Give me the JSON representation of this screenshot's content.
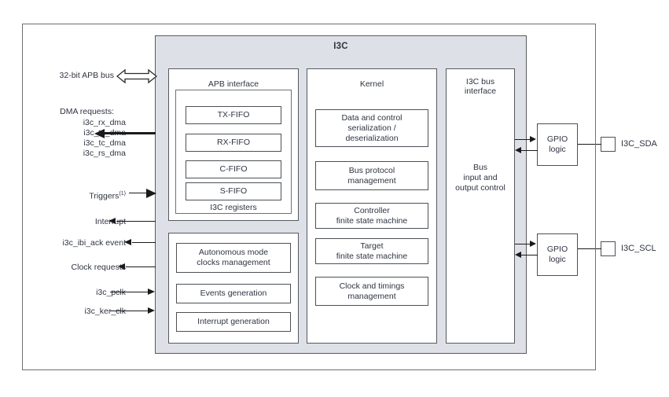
{
  "diagram": {
    "title": "I3C",
    "outer_frame": true
  },
  "left_signals": {
    "apb_bus": "32-bit APB bus",
    "dma_header": "DMA requests:",
    "dma_signals": [
      "i3c_rx_dma",
      "i3c_tx_dma",
      "i3c_tc_dma",
      "i3c_rs_dma"
    ],
    "triggers": "Triggers",
    "triggers_note": "(1)",
    "interrupt": "Interrupt",
    "ibi_ack_event": "i3c_ibi_ack event",
    "clock_requests": "Clock requests",
    "pclk": "i3c_pclk",
    "ker_clk": "i3c_ker_clk"
  },
  "apb_interface": {
    "title": "APB interface",
    "registers_caption": "I3C registers",
    "fifos": [
      "TX-FIFO",
      "RX-FIFO",
      "C-FIFO",
      "S-FIFO"
    ],
    "lower_blocks": [
      "Autonomous mode\nclocks management",
      "Events generation",
      "Interrupt generation"
    ]
  },
  "kernel": {
    "title": "Kernel",
    "blocks": [
      "Data and control\nserialization /\ndeserialization",
      "Bus protocol\nmanagement",
      "Controller\nfinite state machine",
      "Target\nfinite state machine",
      "Clock and timings\nmanagement"
    ]
  },
  "bus_interface": {
    "title": "I3C bus\ninterface",
    "inner": "Bus\ninput and\noutput control"
  },
  "gpio": {
    "sda_logic": "GPIO\nlogic",
    "scl_logic": "GPIO\nlogic",
    "sda_pin_label": "I3C_SDA",
    "scl_pin_label": "I3C_SCL"
  },
  "colors": {
    "block_fill": "#dde1e7",
    "block_border": "#5a5a5a",
    "panel_border": "#555a5f",
    "text": "#2f3442",
    "line": "#1a1a1a",
    "page_background": "#ffffff"
  }
}
